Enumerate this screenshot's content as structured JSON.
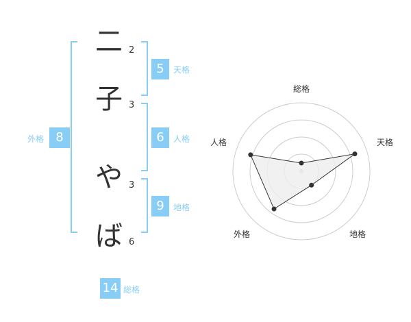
{
  "name_chars": [
    {
      "char": "二",
      "strokes": "2"
    },
    {
      "char": "子",
      "strokes": "3"
    },
    {
      "char": "や",
      "strokes": "3"
    },
    {
      "char": "ば",
      "strokes": "6"
    }
  ],
  "kakusu": {
    "tenkaku": {
      "value": "5",
      "label": "天格"
    },
    "jinkaku": {
      "value": "6",
      "label": "人格"
    },
    "chikaku": {
      "value": "9",
      "label": "地格"
    },
    "gaikaku": {
      "value": "8",
      "label": "外格"
    },
    "soukaku": {
      "value": "14",
      "label": "総格"
    }
  },
  "colors": {
    "accent": "#88cdf6",
    "text": "#333333",
    "grid": "#cccccc",
    "fill": "#eeeeee"
  },
  "chart_data": {
    "type": "radar",
    "axes": [
      "総格",
      "天格",
      "地格",
      "外格",
      "人格"
    ],
    "values": [
      0.12,
      0.82,
      0.25,
      0.68,
      0.78
    ],
    "rings": 4,
    "grid": true
  }
}
